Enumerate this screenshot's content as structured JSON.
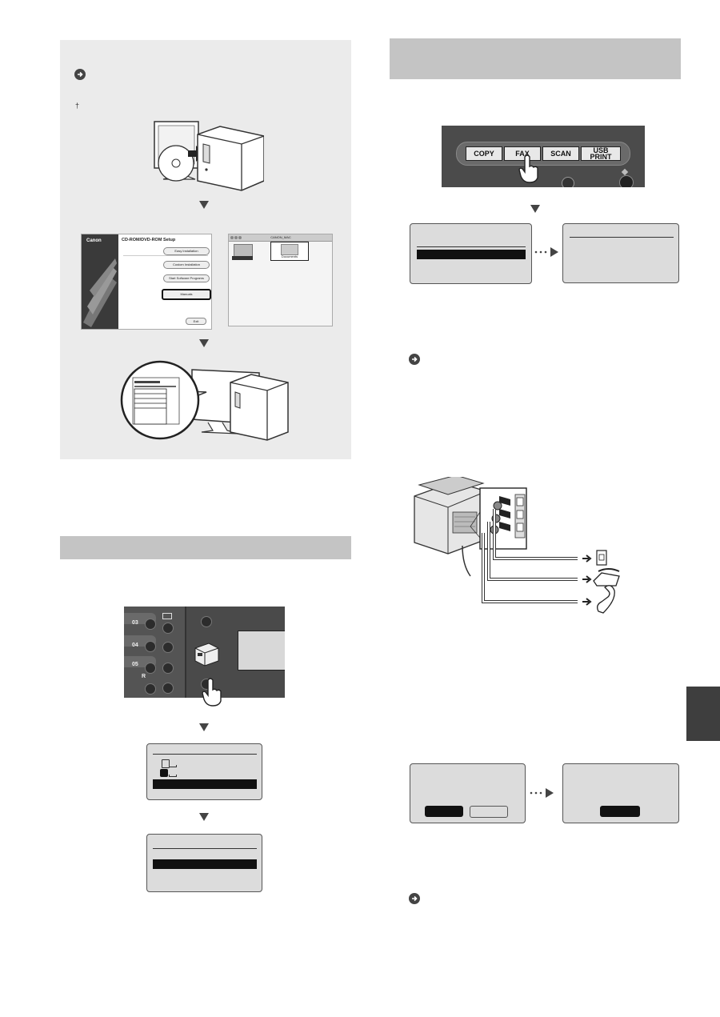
{
  "setup_dialog": {
    "brand": "Canon",
    "title": "CD-ROM/DVD-ROM Setup",
    "buttons": [
      "Easy Installation",
      "Custom Installation",
      "Start Software Programs",
      "Manuals",
      "Exit"
    ]
  },
  "mac_window": {
    "title": "CANON_MAC",
    "folder_label": "Documents"
  },
  "control_panel": {
    "buttons": [
      "COPY",
      "FAX",
      "SCAN",
      "USB PRINT"
    ]
  },
  "keypad": {
    "keys": [
      "03",
      "04",
      "05",
      "R"
    ]
  },
  "icons": [
    "arrow-circle-icon",
    "down-arrow-icon",
    "dotted-arrow-icon",
    "hand-pointer-icon"
  ],
  "colors": {
    "panel_bg": "#ebebeb",
    "banner": "#c4c4c4",
    "lcd": "#dcdcdc",
    "side_tab": "#3e3e3e"
  }
}
